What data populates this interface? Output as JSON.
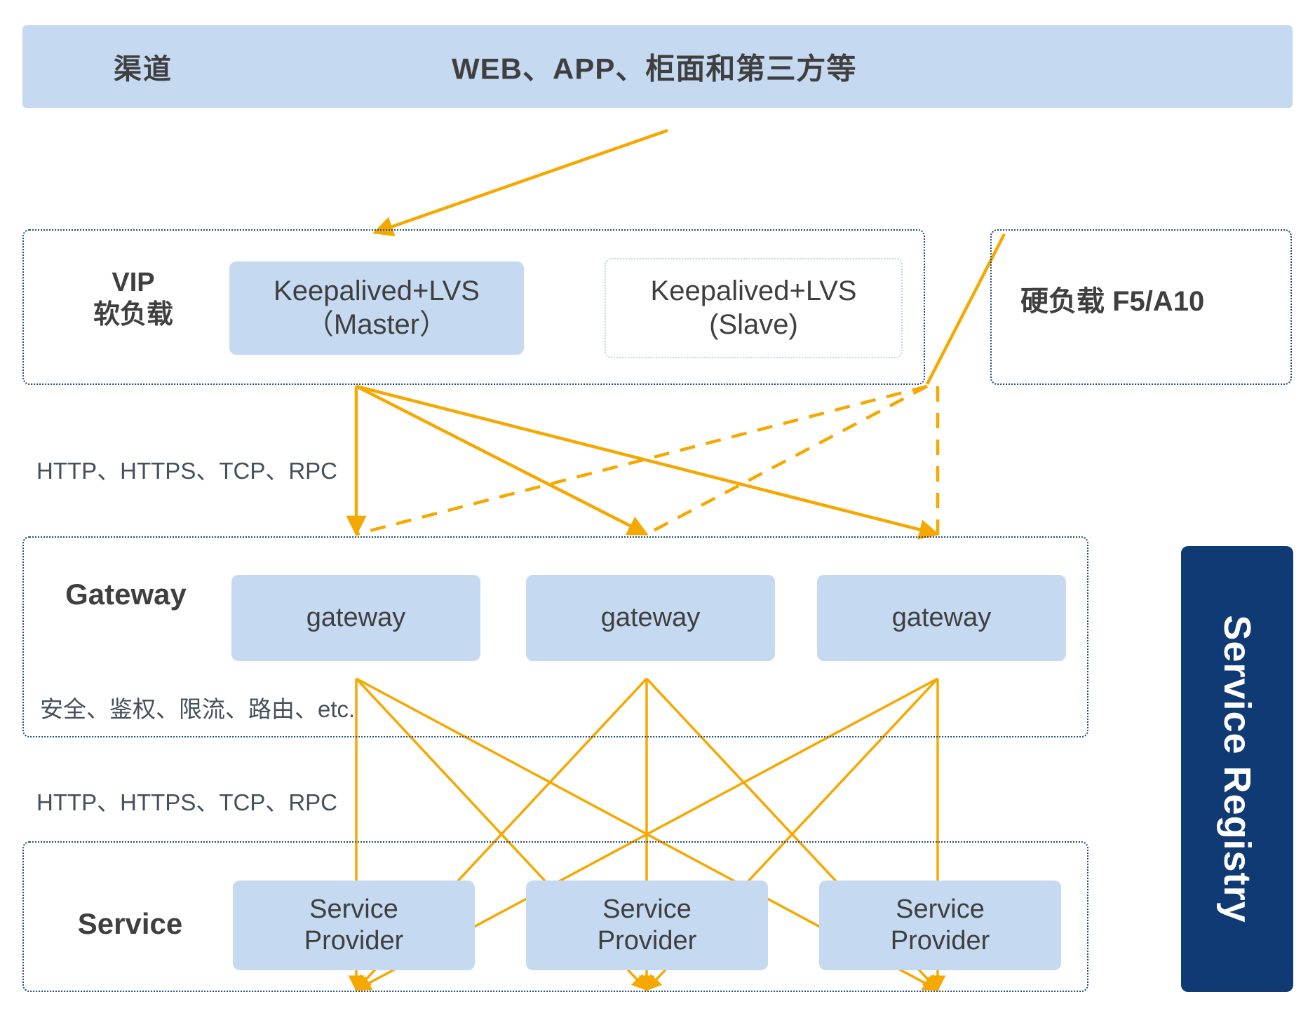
{
  "colors": {
    "box_fill": "#c5d9f1",
    "container_border": "#1f4e79",
    "arrow": "#f5a800",
    "registry_bg": "#103a73",
    "text": "#3f3f3f"
  },
  "channel": {
    "label": "渠道",
    "text": "WEB、APP、柜面和第三方等"
  },
  "vip_tier": {
    "label": "VIP\n软负载",
    "label_line1": "VIP",
    "label_line2": "软负载",
    "nodes": [
      {
        "name": "keepalived-lvs-master",
        "line1": "Keepalived+LVS",
        "line2": "（Master）",
        "style": "filled"
      },
      {
        "name": "keepalived-lvs-slave",
        "line1": "Keepalived+LVS",
        "line2": "(Slave)",
        "style": "outlined"
      }
    ]
  },
  "hardware_tier": {
    "label": "硬负载  F5/A10"
  },
  "gateway_tier": {
    "label": "Gateway",
    "nodes": [
      {
        "name": "gateway-1",
        "label": "gateway"
      },
      {
        "name": "gateway-2",
        "label": "gateway"
      },
      {
        "name": "gateway-3",
        "label": "gateway"
      }
    ],
    "features_caption": "安全、鉴权、限流、路由、etc."
  },
  "service_tier": {
    "label": "Service",
    "nodes": [
      {
        "name": "service-provider-1",
        "line1": "Service",
        "line2": "Provider"
      },
      {
        "name": "service-provider-2",
        "line1": "Service",
        "line2": "Provider"
      },
      {
        "name": "service-provider-3",
        "line1": "Service",
        "line2": "Provider"
      }
    ]
  },
  "protocol_captions": {
    "vip_to_gateway": "HTTP、HTTPS、TCP、RPC",
    "gateway_to_service": "HTTP、HTTPS、TCP、RPC"
  },
  "service_registry": {
    "label": "Service Registry"
  }
}
